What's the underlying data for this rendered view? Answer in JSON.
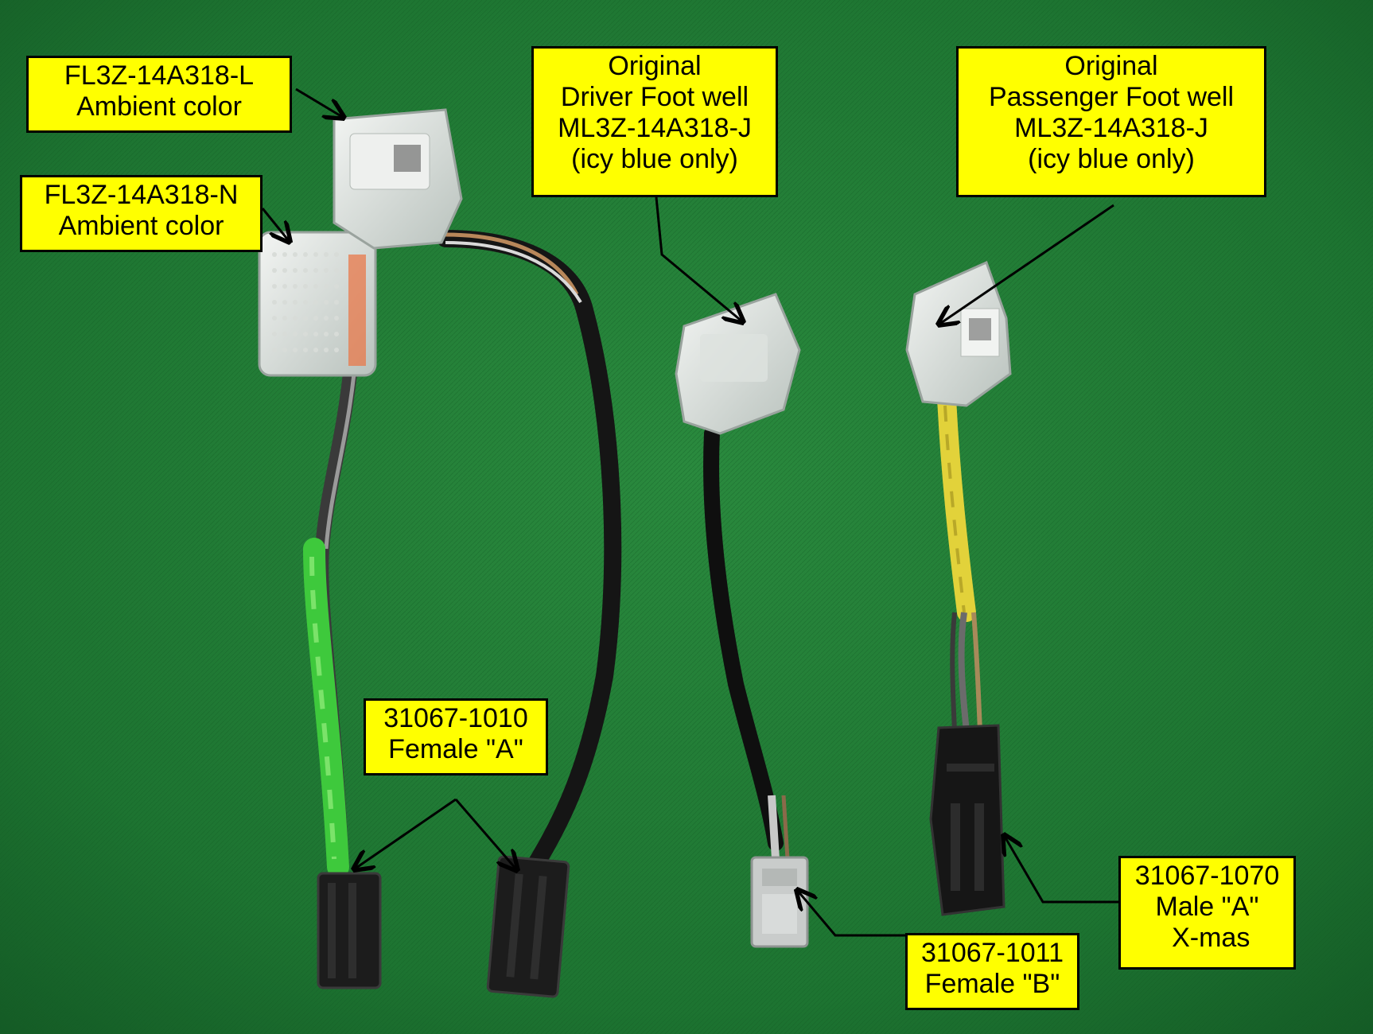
{
  "photo": {
    "background_color": "#1f7a33",
    "label_fill": "#ffff00",
    "label_border": "#000000"
  },
  "labels": {
    "fl3z_l": {
      "lines": [
        "FL3Z-14A318-L",
        "Ambient color"
      ]
    },
    "fl3z_n": {
      "lines": [
        "FL3Z-14A318-N",
        "Ambient color"
      ]
    },
    "driver": {
      "lines": [
        "Original",
        "Driver Foot well",
        "ML3Z-14A318-J",
        "(icy blue only)"
      ]
    },
    "passenger": {
      "lines": [
        "Original",
        "Passenger  Foot well",
        "ML3Z-14A318-J",
        "(icy blue only)"
      ]
    },
    "female_a": {
      "lines": [
        "31067-1010",
        "Female \"A\""
      ]
    },
    "male_a": {
      "lines": [
        "31067-1070",
        "Male \"A\"",
        " X-mas"
      ]
    },
    "female_b": {
      "lines": [
        "31067-1011",
        "Female \"B\""
      ]
    }
  }
}
